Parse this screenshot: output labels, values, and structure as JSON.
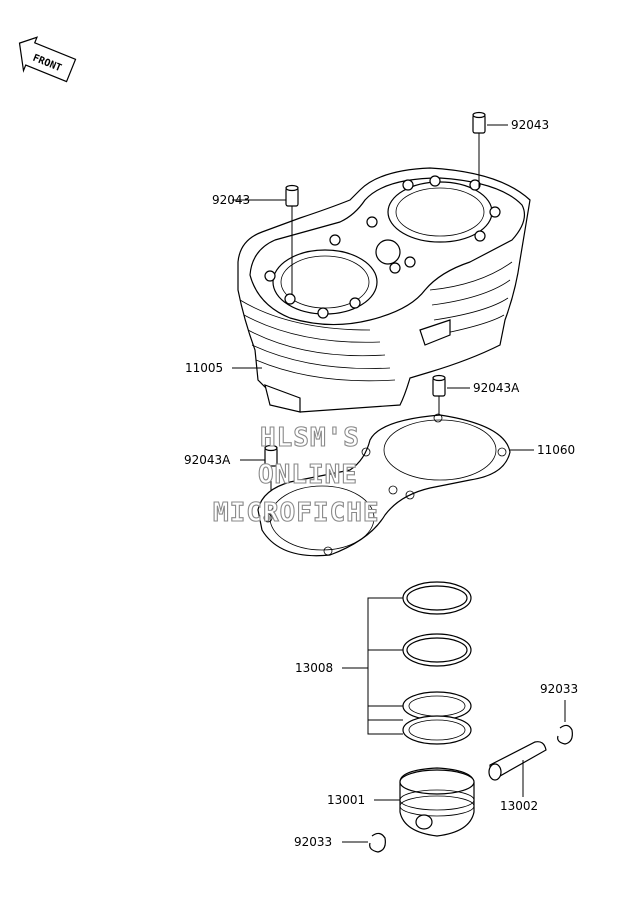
{
  "front_badge": {
    "text": "FRONT"
  },
  "watermark": {
    "line1": "HLSM'S",
    "line2": "ONLINE",
    "line3": "MICROFICHE"
  },
  "callouts": {
    "dowel_right": "92043",
    "dowel_left": "92043",
    "cylinder": "11005",
    "dowel_a_right": "92043A",
    "gasket": "11060",
    "dowel_a_left": "92043A",
    "ring_set": "13008",
    "clip_right": "92033",
    "pin": "13002",
    "piston": "13001",
    "clip_left": "92033"
  },
  "colors": {
    "ink": "#000000",
    "watermark_outline": "#8a8a8a"
  }
}
